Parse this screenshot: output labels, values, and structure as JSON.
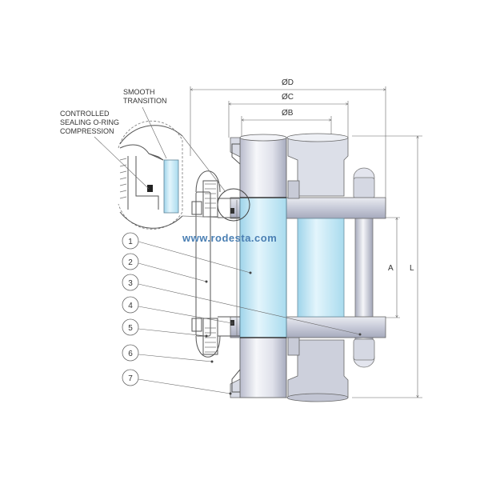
{
  "annotations": {
    "smooth_transition": [
      "SMOOTH",
      "TRANSITION"
    ],
    "controlled_sealing": [
      "CONTROLLED",
      "SEALING O-RING",
      "COMPRESSION"
    ]
  },
  "dimensions": {
    "d": "ØD",
    "c": "ØC",
    "b": "ØB",
    "a": "A",
    "l": "L"
  },
  "watermark": "www.rodesta.com",
  "callouts": [
    "1",
    "2",
    "3",
    "4",
    "5",
    "6",
    "7"
  ],
  "colors": {
    "glass": "#bfe6f5",
    "metal_light": "#f2f3f7",
    "metal_mid": "#d9dbe6",
    "metal_dark": "#9ea2b5",
    "line": "#555555"
  }
}
